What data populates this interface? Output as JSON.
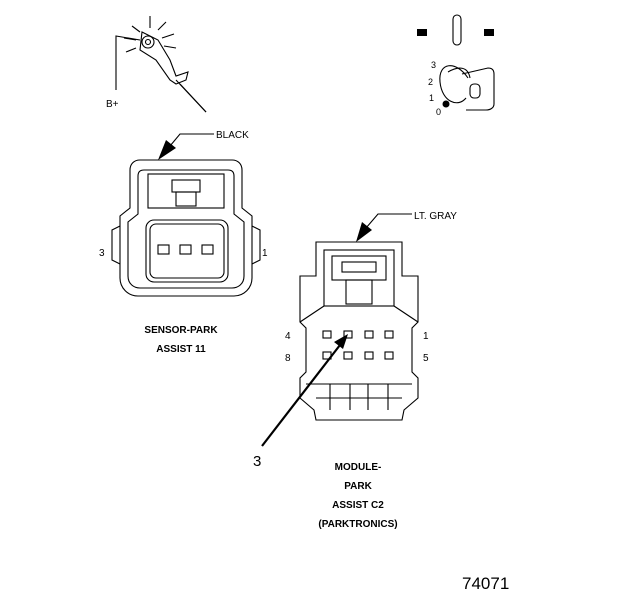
{
  "test_light": {
    "label": "B+"
  },
  "ignition": {
    "positions": [
      "3",
      "2",
      "1",
      "0"
    ]
  },
  "sensor_connector": {
    "color_label": "BLACK",
    "pin_left": "3",
    "pin_right": "1",
    "name_line1": "SENSOR-PARK",
    "name_line2": "ASSIST 11"
  },
  "module_connector": {
    "color_label": "LT. GRAY",
    "pin_top_left": "4",
    "pin_top_right": "1",
    "pin_bottom_left": "8",
    "pin_bottom_right": "5",
    "callout": "3",
    "name_line1": "MODULE-",
    "name_line2": "PARK",
    "name_line3": "ASSIST C2",
    "name_line4": "(PARKTRONICS)"
  },
  "figure_number": "74071"
}
